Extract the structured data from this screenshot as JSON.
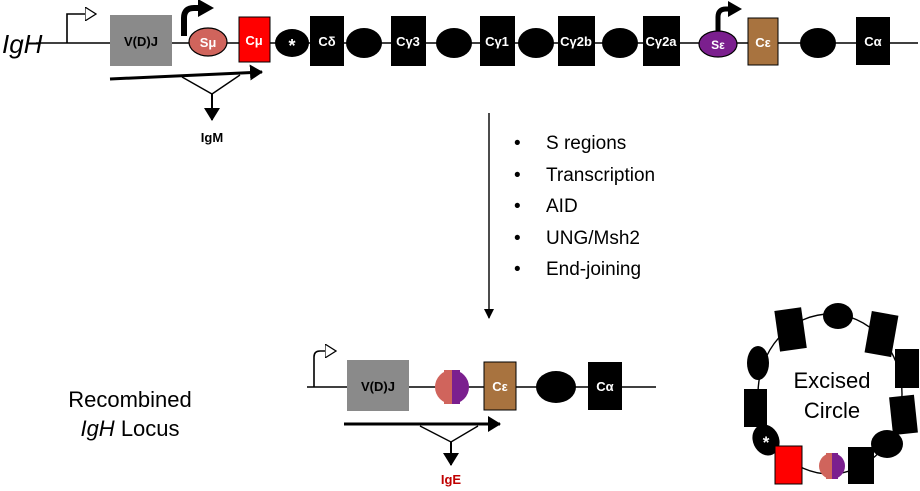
{
  "locus_label": "IgH",
  "germline": {
    "vdj": "V(D)J",
    "s_mu": "Sμ",
    "c_mu": "Cμ",
    "asterisk": "*",
    "c_delta": "Cδ",
    "c_gamma3": "Cγ3",
    "c_gamma1": "Cγ1",
    "c_gamma2b": "Cγ2b",
    "c_gamma2a": "Cγ2a",
    "s_epsilon": "Sε",
    "c_epsilon": "Cε",
    "c_alpha": "Cα",
    "product": "IgM"
  },
  "steps": [
    {
      "text": "S regions"
    },
    {
      "text": "Transcription"
    },
    {
      "text": "AID"
    },
    {
      "text": "UNG/Msh2"
    },
    {
      "text": "End-joining"
    }
  ],
  "recombined": {
    "label_line1": "Recombined",
    "label_italic": "IgH",
    "label_rest": " Locus",
    "vdj": "V(D)J",
    "c_epsilon": "Cε",
    "c_alpha": "Cα",
    "product": "IgE"
  },
  "circle": {
    "line1": "Excised",
    "line2": "Circle",
    "asterisk": "*"
  },
  "colors": {
    "vdj": "#8a8a8a",
    "s_mu": "#d0645c",
    "c_mu": "#ff0000",
    "s_epsilon": "#7b1f8e",
    "c_epsilon": "#a8733f",
    "ige": "#c00000"
  }
}
